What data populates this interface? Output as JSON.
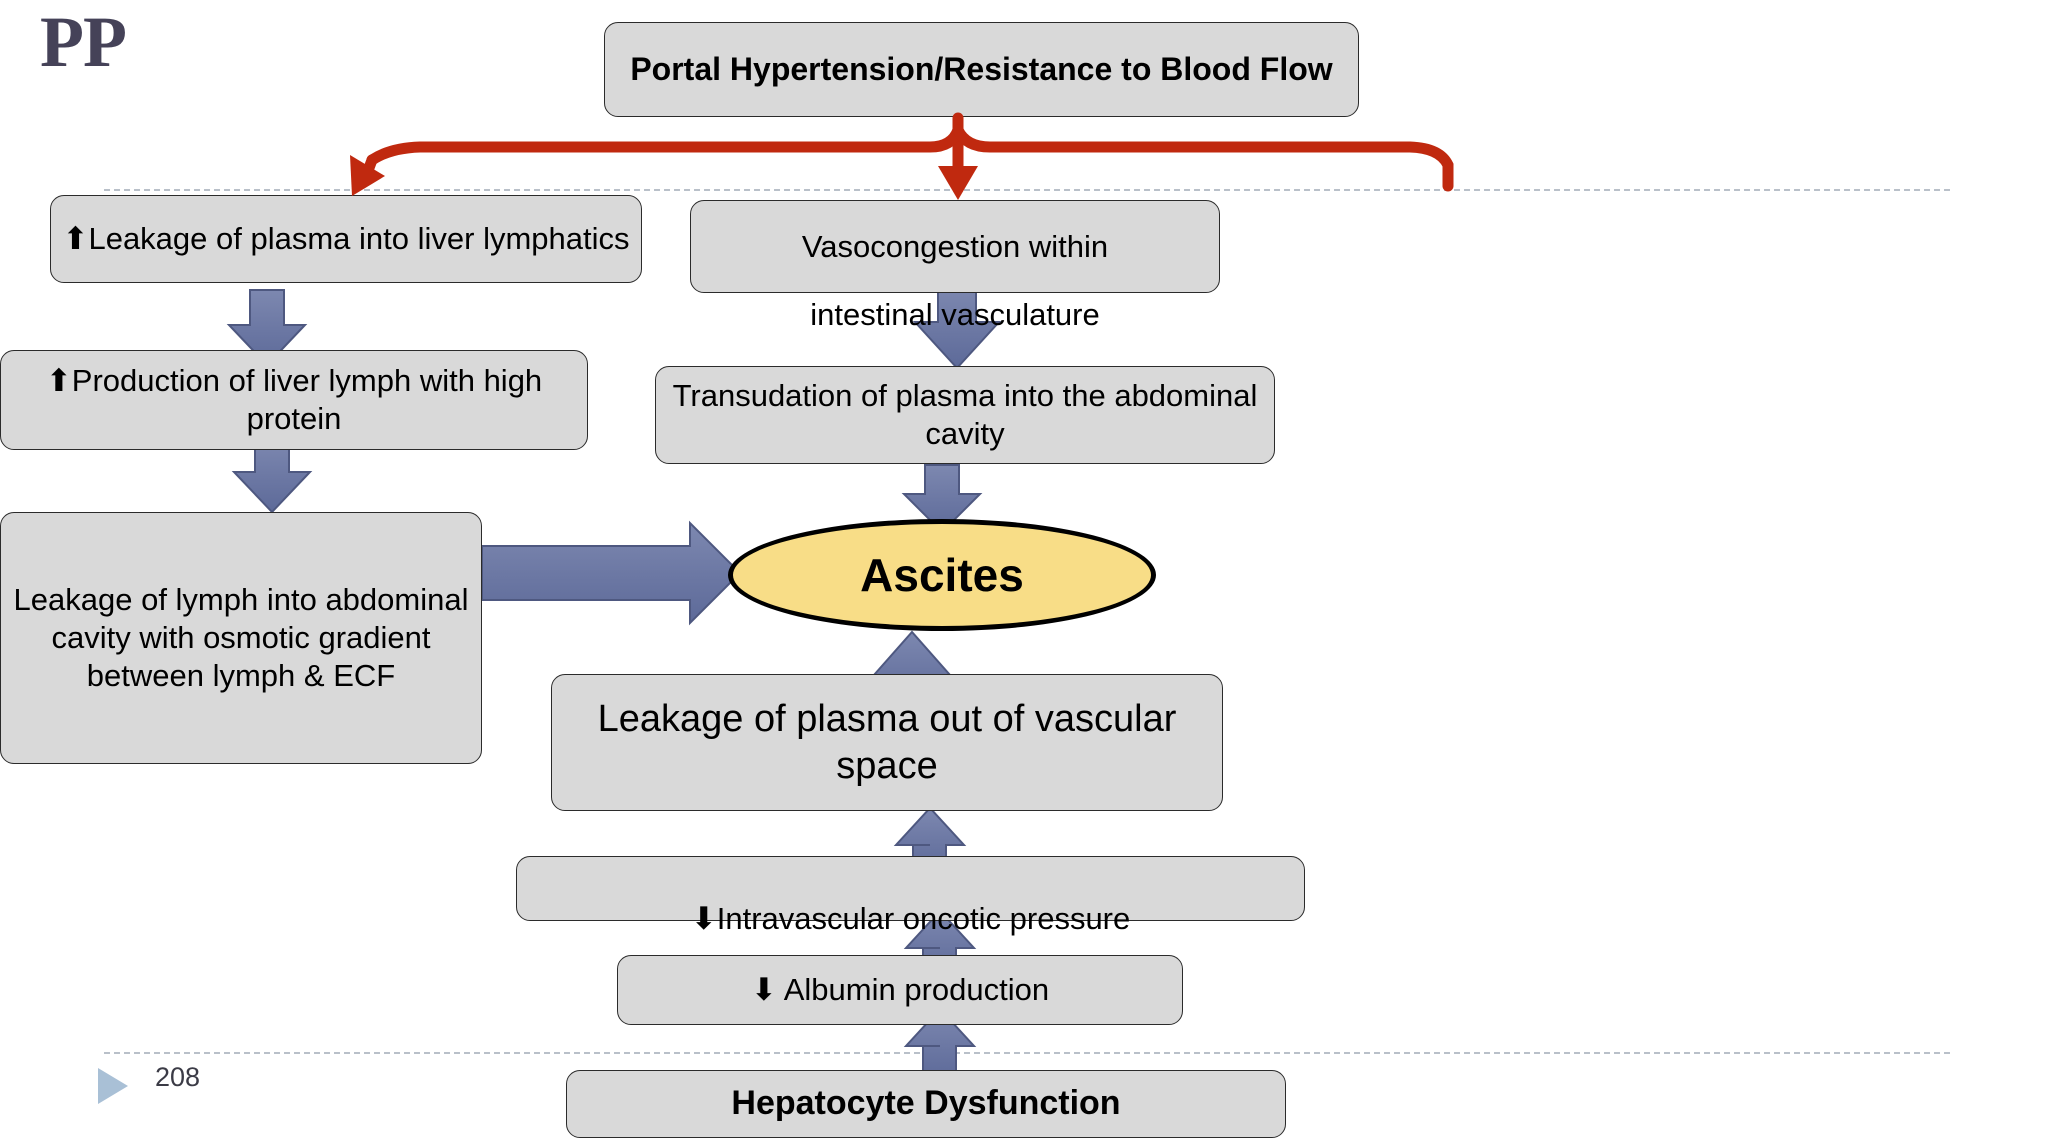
{
  "slide": {
    "logo": "PP",
    "slide_number": "208",
    "bullet_icon": "play-triangle-icon"
  },
  "colors": {
    "box_fill": "#D9D9D9",
    "box_border": "#2B2B2B",
    "ascites_fill": "#F8DD87",
    "ascites_border": "#000000",
    "blue_arrow": "#6B77A3",
    "blue_arrow_edge": "#4E5880",
    "red_arrow": "#C0290F",
    "logo_color": "#454258",
    "slide_number_color": "#3B3B46",
    "guide_line": "#B9C0C9"
  },
  "diagram": {
    "title": "Pathophysiology of Ascites",
    "nodes": [
      {
        "id": "portal",
        "label": "Portal Hypertension/Resistance to Blood Flow",
        "bold": true,
        "shape": "rounded-rect"
      },
      {
        "id": "leakage_lymph",
        "label": "⬆Leakage of plasma into liver lymphatics",
        "bold": false,
        "shape": "rounded-rect"
      },
      {
        "id": "production",
        "label": "⬆Production of liver lymph with high protein",
        "bold": false,
        "shape": "rounded-rect"
      },
      {
        "id": "lymph_leak",
        "label": "Leakage of lymph into abdominal cavity with osmotic gradient between lymph & ECF",
        "bold": false,
        "shape": "rounded-rect"
      },
      {
        "id": "vasocong",
        "label": "Vasocongestion within",
        "bold": false,
        "shape": "rounded-rect"
      },
      {
        "id": "vasocong_overflow",
        "label": "intestinal vasculature",
        "bold": false,
        "shape": "overflow-text"
      },
      {
        "id": "transudation",
        "label": "Transudation of plasma into the abdominal cavity",
        "bold": false,
        "shape": "rounded-rect"
      },
      {
        "id": "ascites",
        "label": "Ascites",
        "bold": true,
        "shape": "ellipse"
      },
      {
        "id": "plasma_leak",
        "label": "Leakage of plasma out of vascular space",
        "bold": false,
        "shape": "rounded-rect"
      },
      {
        "id": "oncotic",
        "label": "⬇Intravascular oncotic pressure",
        "bold": false,
        "shape": "rounded-rect"
      },
      {
        "id": "albumin",
        "label": "⬇ Albumin production",
        "bold": false,
        "shape": "rounded-rect"
      },
      {
        "id": "hepatocyte",
        "label": "Hepatocyte Dysfunction",
        "bold": true,
        "shape": "rounded-rect"
      }
    ],
    "edges": [
      {
        "from": "portal",
        "to": "leakage_lymph",
        "style": "red-curve"
      },
      {
        "from": "portal",
        "to": "vasocong",
        "style": "red-straight"
      },
      {
        "from": "portal",
        "to": "right-branch",
        "style": "red-curve"
      },
      {
        "from": "leakage_lymph",
        "to": "production",
        "style": "blue-block-down"
      },
      {
        "from": "production",
        "to": "lymph_leak",
        "style": "blue-block-down"
      },
      {
        "from": "lymph_leak",
        "to": "ascites",
        "style": "blue-block-right"
      },
      {
        "from": "vasocong",
        "to": "transudation",
        "style": "blue-block-down"
      },
      {
        "from": "transudation",
        "to": "ascites",
        "style": "blue-block-down"
      },
      {
        "from": "plasma_leak",
        "to": "ascites",
        "style": "blue-block-up"
      },
      {
        "from": "oncotic",
        "to": "plasma_leak",
        "style": "blue-block-up"
      },
      {
        "from": "albumin",
        "to": "oncotic",
        "style": "blue-block-up"
      },
      {
        "from": "hepatocyte",
        "to": "albumin",
        "style": "blue-block-up"
      }
    ]
  }
}
